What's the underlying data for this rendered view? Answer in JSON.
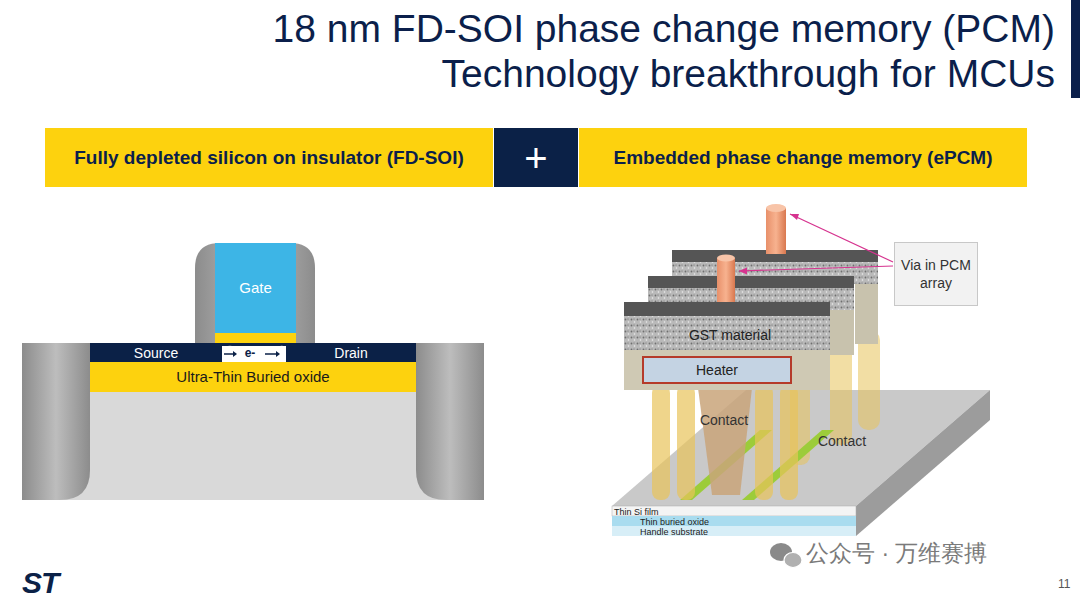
{
  "diagram": {
    "title": "18 nm FD-SOI phase change memory (PCM) Technology breakthrough for MCUs",
    "nodes": [
      {
        "text": [
          "Fully depleted silicon on insulator (FD-SOI)"
        ]
      },
      {
        "text": [
          "+"
        ]
      },
      {
        "text": [
          "Embedded phase change memory (ePCM)"
        ]
      },
      {
        "text": [
          "Gate"
        ]
      },
      {
        "text": [
          "Source"
        ]
      },
      {
        "text": [
          "Drain"
        ]
      },
      {
        "text": [
          "Ultra-Thin Buried oxide"
        ]
      },
      {
        "text": [
          "Via in PCM array"
        ]
      },
      {
        "text": [
          "GST material"
        ]
      },
      {
        "text": [
          "Heater"
        ]
      },
      {
        "text": [
          "Contact"
        ]
      },
      {
        "text": [
          "Contact"
        ]
      },
      {
        "text": [
          "Thin Si film"
        ]
      },
      {
        "text": [
          "Thin buried oxide"
        ]
      },
      {
        "text": [
          "Handle substrate"
        ]
      }
    ],
    "labels": [
      "e-",
      "ST",
      "公众号 · 万维赛搏",
      "11"
    ]
  }
}
